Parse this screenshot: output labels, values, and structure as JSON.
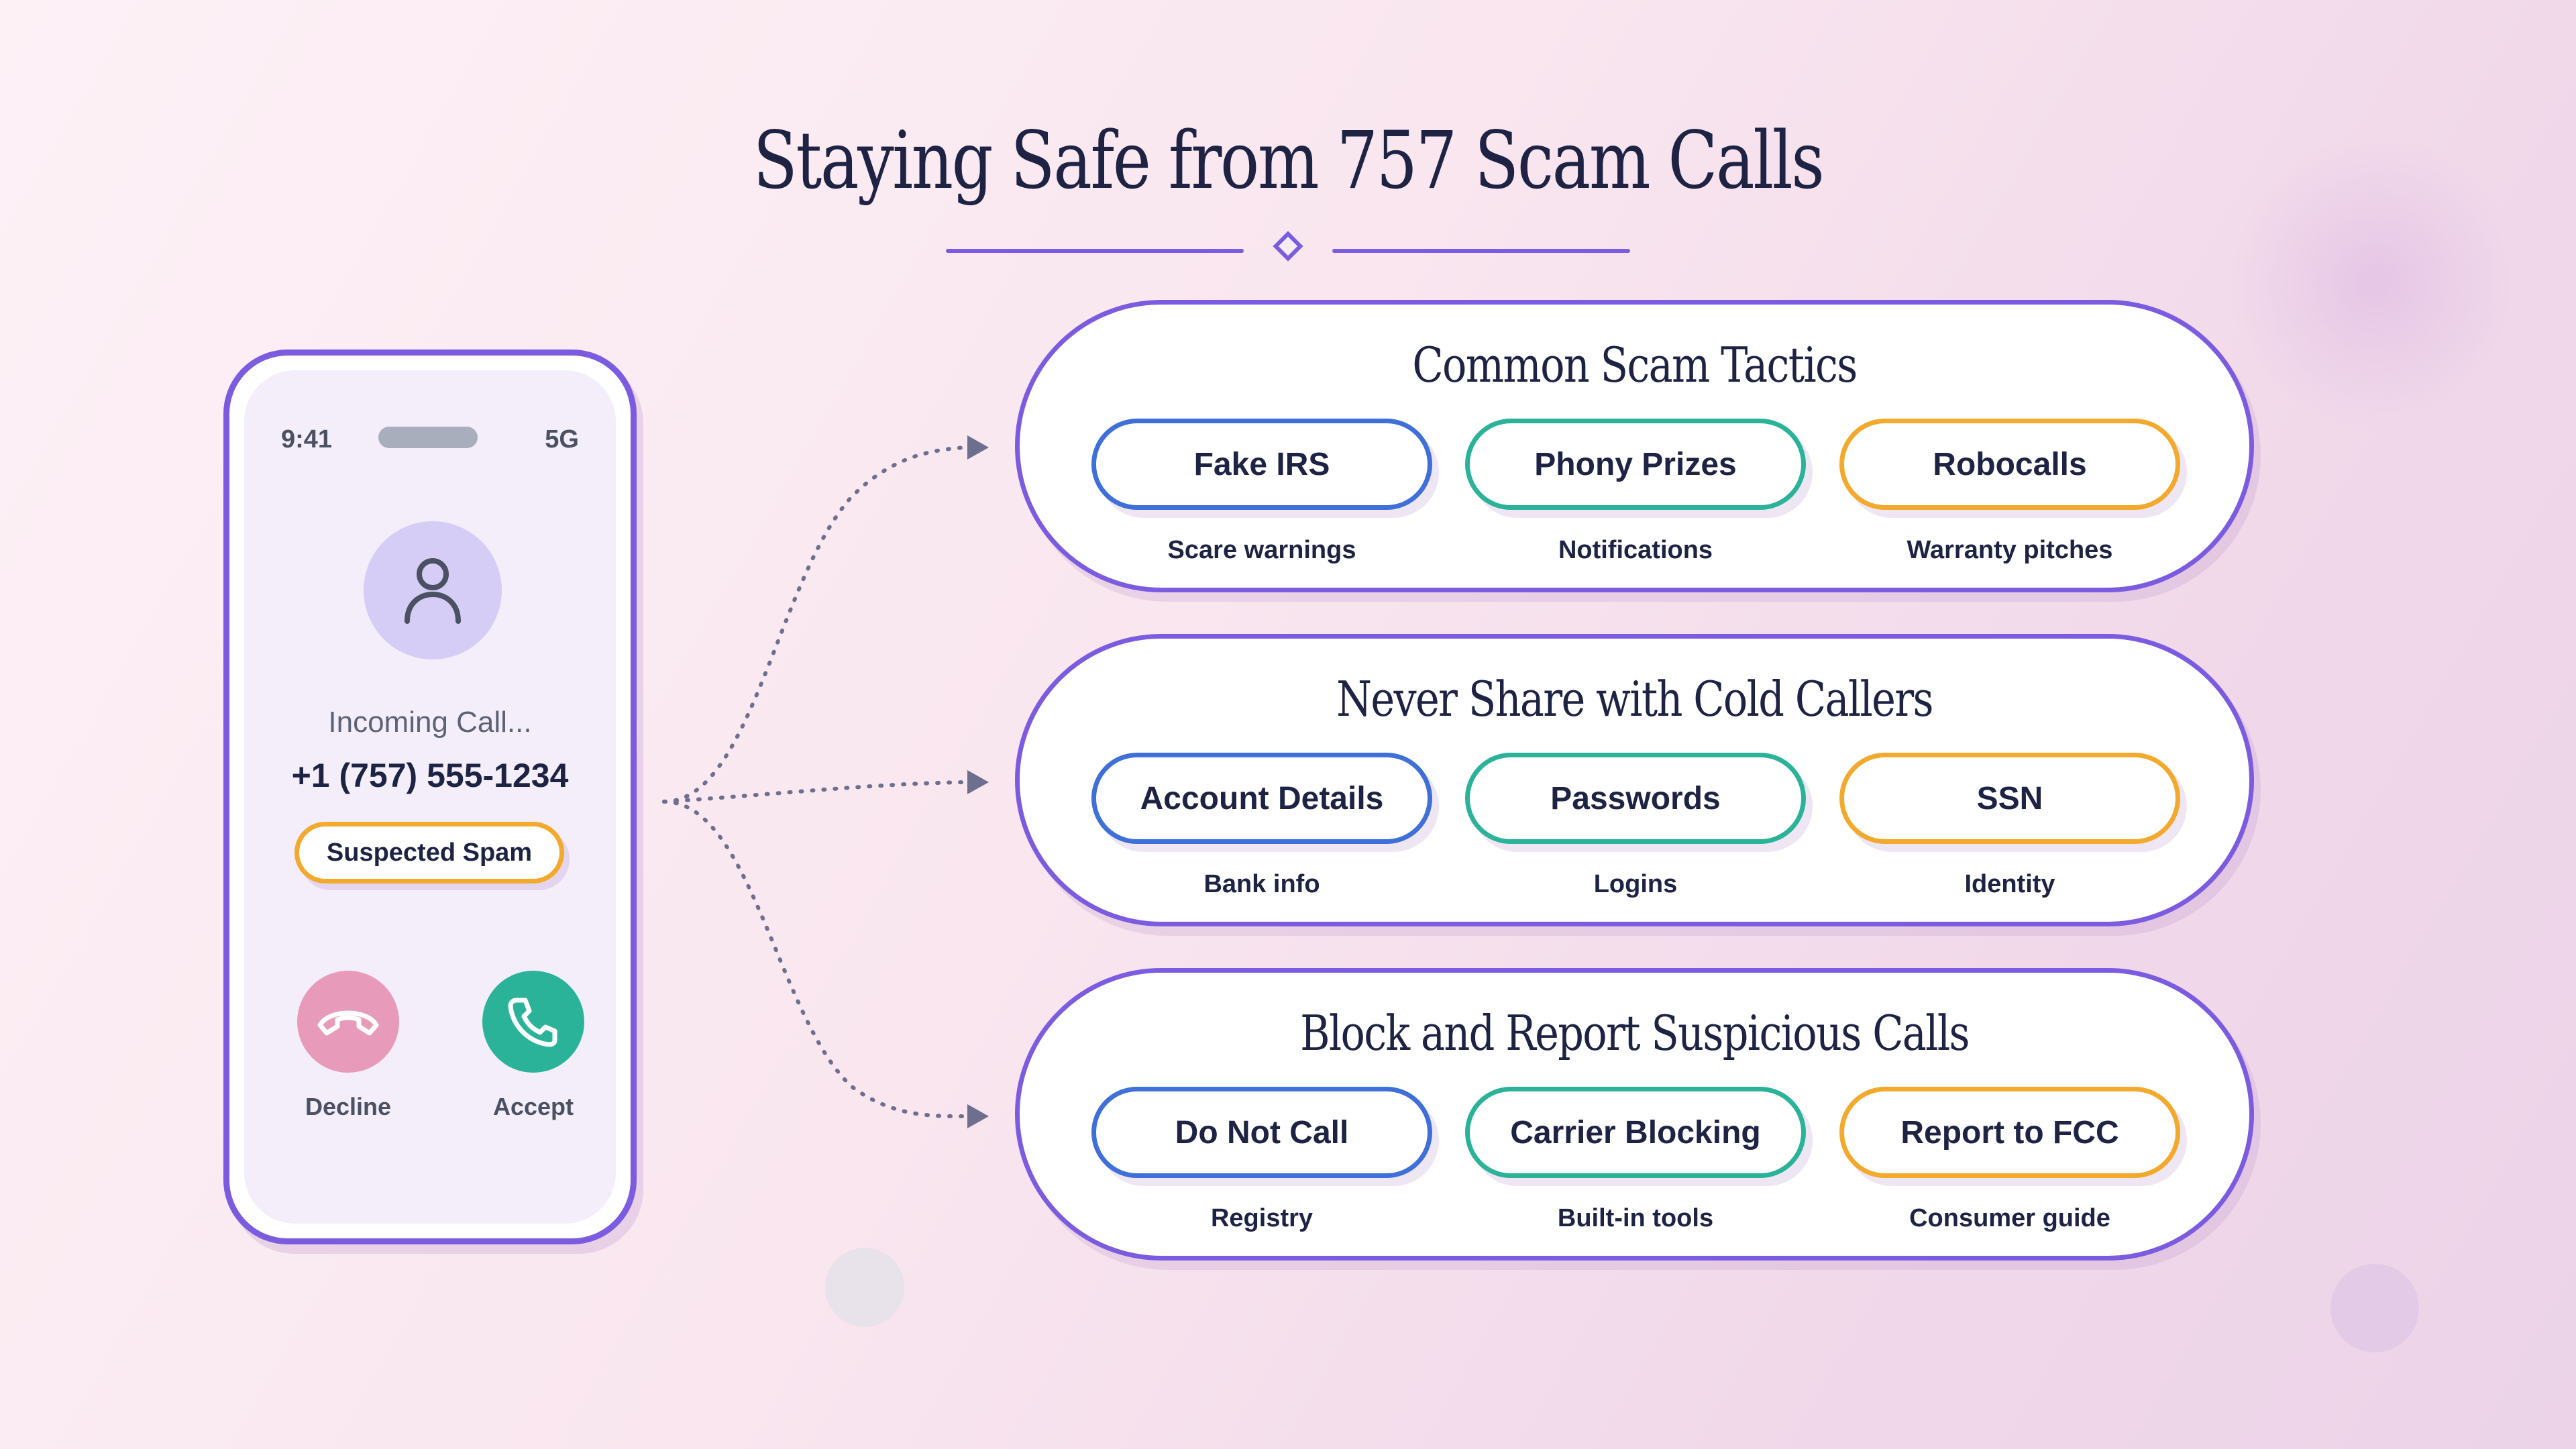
{
  "title": "Staying Safe from 757 Scam Calls",
  "colors": {
    "accent": "#7b5ce0",
    "blue": "#3f6fd8",
    "teal": "#2bb39a",
    "amber": "#f2a92c",
    "decline": "#e79ab9",
    "accept": "#2bb39a",
    "text": "#1e2344"
  },
  "phone": {
    "time": "9:41",
    "network": "5G",
    "avatar_icon": "user-icon",
    "incoming_label": "Incoming Call...",
    "caller_number": "+1 (757) 555-1234",
    "spam_badge": "Suspected Spam",
    "decline_icon": "phone-hangup-icon",
    "decline_label": "Decline",
    "accept_icon": "phone-icon",
    "accept_label": "Accept"
  },
  "panels": [
    {
      "title": "Common Scam Tactics",
      "items": [
        {
          "label": "Fake IRS",
          "sub": "Scare warnings",
          "color": "#3f6fd8"
        },
        {
          "label": "Phony Prizes",
          "sub": "Notifications",
          "color": "#2bb39a"
        },
        {
          "label": "Robocalls",
          "sub": "Warranty pitches",
          "color": "#f2a92c"
        }
      ]
    },
    {
      "title": "Never Share with Cold Callers",
      "items": [
        {
          "label": "Account Details",
          "sub": "Bank info",
          "color": "#3f6fd8"
        },
        {
          "label": "Passwords",
          "sub": "Logins",
          "color": "#2bb39a"
        },
        {
          "label": "SSN",
          "sub": "Identity",
          "color": "#f2a92c"
        }
      ]
    },
    {
      "title": "Block and Report Suspicious Calls",
      "items": [
        {
          "label": "Do Not Call",
          "sub": "Registry",
          "color": "#3f6fd8"
        },
        {
          "label": "Carrier Blocking",
          "sub": "Built-in tools",
          "color": "#2bb39a"
        },
        {
          "label": "Report to FCC",
          "sub": "Consumer guide",
          "color": "#f2a92c"
        }
      ]
    }
  ]
}
